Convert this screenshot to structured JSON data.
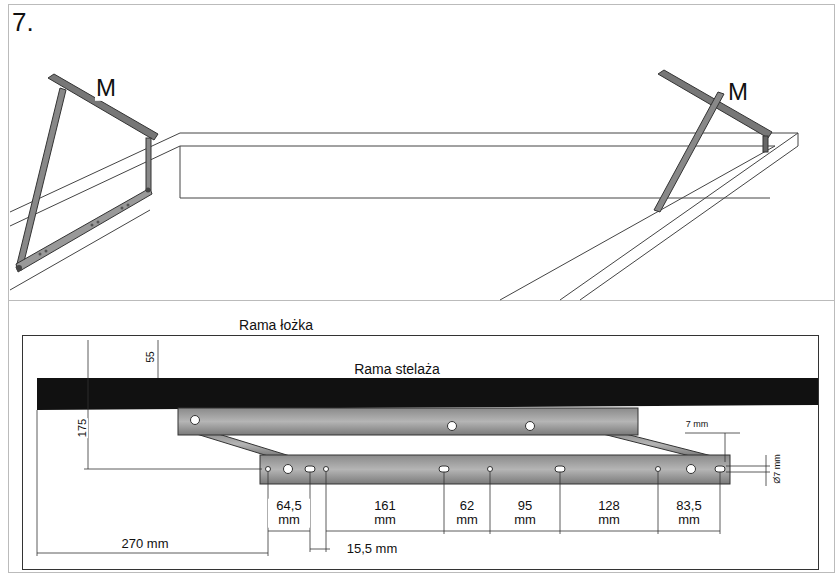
{
  "diagram": {
    "title": "7.",
    "labels": [
      "M",
      "M",
      "Rama łożka",
      "55",
      "Rama stelaża",
      "175",
      "7 mm",
      "161 mm",
      "62 mm",
      "95 mm",
      "128 mm",
      "83,5 mm",
      "Ø7 mm",
      "64,5 mm",
      "270 mm",
      "15,5 mm"
    ]
  }
}
